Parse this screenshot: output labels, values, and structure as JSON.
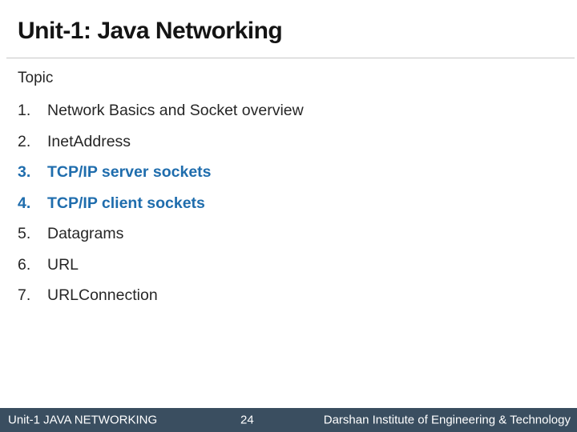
{
  "slide": {
    "title": "Unit-1: Java Networking",
    "topic_label": "Topic",
    "items": [
      {
        "number": "1.",
        "text": "Network Basics and Socket overview",
        "highlighted": false
      },
      {
        "number": "2.",
        "text": "InetAddress",
        "highlighted": false
      },
      {
        "number": "3.",
        "text": "TCP/IP server sockets",
        "highlighted": true
      },
      {
        "number": "4.",
        "text": "TCP/IP client sockets",
        "highlighted": true
      },
      {
        "number": "5.",
        "text": "Datagrams",
        "highlighted": false
      },
      {
        "number": "6.",
        "text": "URL",
        "highlighted": false
      },
      {
        "number": "7.",
        "text": "URLConnection",
        "highlighted": false
      }
    ],
    "footer": {
      "left": "Unit-1 JAVA NETWORKING",
      "page_number": "24",
      "right": "Darshan Institute of Engineering & Technology"
    },
    "colors": {
      "title_color": "#141414",
      "body_color": "#262626",
      "accent_blue": "#1f6dad",
      "divider_gray": "#c8c8c8",
      "footer_bg": "#3a4e60"
    }
  }
}
